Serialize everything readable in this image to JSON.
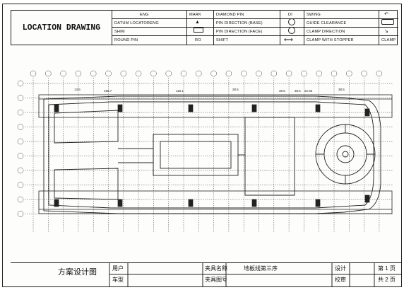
{
  "legend": {
    "title": "LOCATION DRAWING",
    "col1": [
      "ENG",
      "DATUM LOCATORENG",
      "SHIM",
      "ROUND PIN"
    ],
    "col2": [
      "MARK",
      "",
      "",
      "RO"
    ],
    "col3": [
      "DIAMOND PIN",
      "PIN DIRECTION (BASE)",
      "PIN DIRECTION (FACE)",
      "SHIFT"
    ],
    "col4": [
      "DI",
      "",
      "",
      ""
    ],
    "col5": [
      "SWING",
      "GUIDE CLEARANCE",
      "CLAMP DIRECTION",
      "CLAMP WITH STOPPER"
    ],
    "col6": [
      "",
      "",
      "",
      "CLAMP"
    ]
  },
  "drawing": {
    "dimension_labels": [
      "13.6",
      "158.7",
      "115.1",
      "28.5",
      "38.5",
      "38.5",
      "22.93",
      "38.5"
    ]
  },
  "titleblock": {
    "drawing_title": "方案设计图",
    "user_label": "用户",
    "model_label": "车型",
    "fixture_name_label": "夹具名称",
    "fixture_name": "地板线第三序",
    "fixture_no_label": "夹具图号",
    "design_label": "设计",
    "check_label": "校审",
    "page": "第 1 页",
    "total": "共 2 页"
  }
}
